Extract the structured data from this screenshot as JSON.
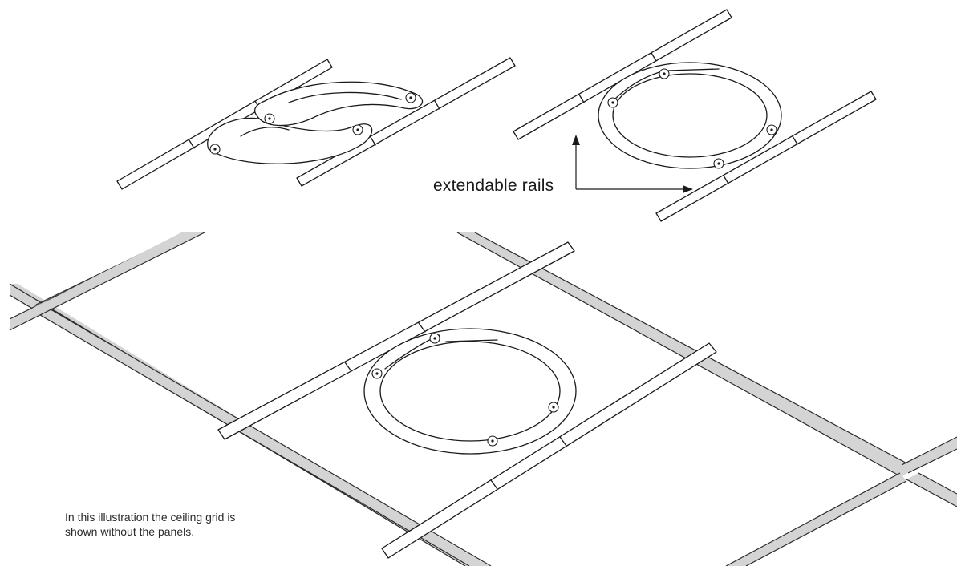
{
  "labels": {
    "rails": "extendable rails",
    "caption_line1": "In this illustration the ceiling grid is",
    "caption_line2": "shown without the panels."
  }
}
